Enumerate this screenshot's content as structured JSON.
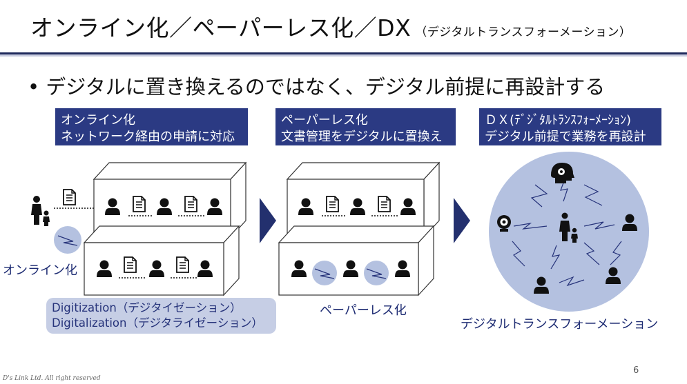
{
  "title": {
    "main": "オンライン化／ペーパーレス化／DX",
    "sub": "（デジタルトランスフォーメーション）"
  },
  "bullet": "• デジタルに置き換えるのではなく、デジタル前提に再設計する",
  "headers": [
    {
      "line1": "オンライン化",
      "line2": "ネットワーク経由の申請に対応"
    },
    {
      "line1": "ペーパーレス化",
      "line2": "文書管理をデジタルに置換え"
    },
    {
      "line1": "ＤＸ(ﾃﾞｼﾞﾀﾙﾄﾗﾝｽﾌｫｰﾒｰｼｮﾝ)",
      "line2": "デジタル前提で業務を再設計"
    }
  ],
  "labels": {
    "online": "オンライン化",
    "paperless": "ペーパーレス化",
    "dx": "デジタルトランスフォーメーション"
  },
  "digitization": {
    "line1": "Digitization（デジタイゼーション）",
    "line2": "Digitalization（デジタライゼーション）"
  },
  "page_number": "6",
  "copyright": "D's Link Ltd. All right reserved",
  "colors": {
    "navy": "#2b3a83",
    "light_blue": "#c6cee5",
    "circle": "#b4c1e0",
    "arrow": "#23306e"
  }
}
